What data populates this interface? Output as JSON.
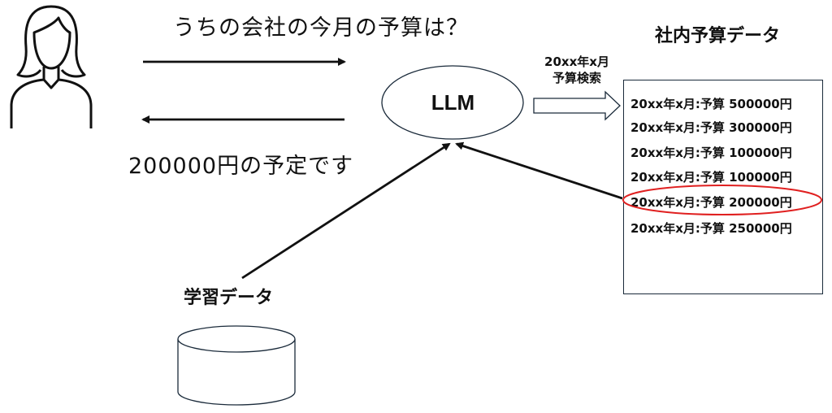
{
  "question": "うちの会社の今月の予算は？",
  "answer": "200000円の予定です",
  "llm_label": "LLM",
  "search_label": "20xx年x月 予算検索",
  "internal_db": {
    "title": "社内予算データ",
    "rows": [
      "20xx年x月:予算 500000円",
      "20xx年x月:予算 300000円",
      "20xx年x月:予算 100000円",
      "20xx年x月:予算 100000円",
      "20xx年x月:予算 200000円",
      "20xx年x月:予算 250000円"
    ],
    "highlighted_row_index": 4,
    "highlight_color": "#e02020"
  },
  "training_data_label": "学習データ",
  "colors": {
    "stroke": "#111111",
    "node_stroke": "#1a2a3a",
    "highlight": "#e02020"
  },
  "icons": {
    "user": "person-icon",
    "database": "database-cylinder-icon"
  }
}
